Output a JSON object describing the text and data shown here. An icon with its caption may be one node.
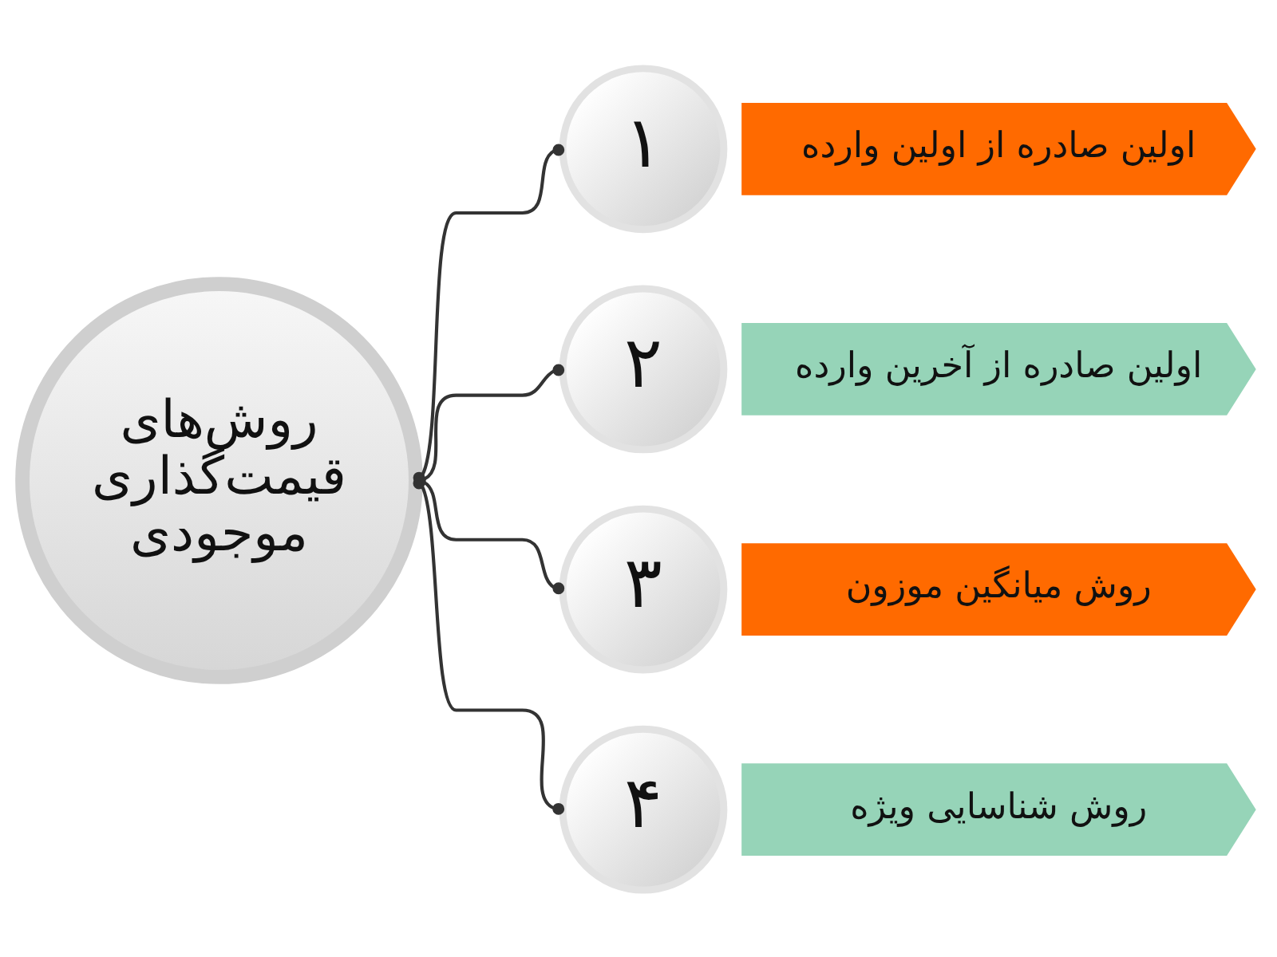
{
  "diagram": {
    "nodes": [
      {
        "text": [
          "روش‌های قیمت‌گذاری موجودی"
        ]
      },
      {
        "text": [
          "۱"
        ]
      },
      {
        "text": [
          "اولین صادره از اولین وارده"
        ]
      },
      {
        "text": [
          "۲"
        ]
      },
      {
        "text": [
          "اولین صادره از آخرین وارده"
        ]
      },
      {
        "text": [
          "۳"
        ]
      },
      {
        "text": [
          "روش میانگین موزون"
        ]
      },
      {
        "text": [
          "۴"
        ]
      },
      {
        "text": [
          "روش شناسایی ویژه"
        ]
      }
    ],
    "edges": [
      {
        "from": 0,
        "to": 1,
        "arrow": "other"
      },
      {
        "from": 0,
        "to": 3,
        "arrow": "other"
      },
      {
        "from": 0,
        "to": 5,
        "arrow": "other"
      },
      {
        "from": 0,
        "to": 7,
        "arrow": "other"
      }
    ]
  }
}
